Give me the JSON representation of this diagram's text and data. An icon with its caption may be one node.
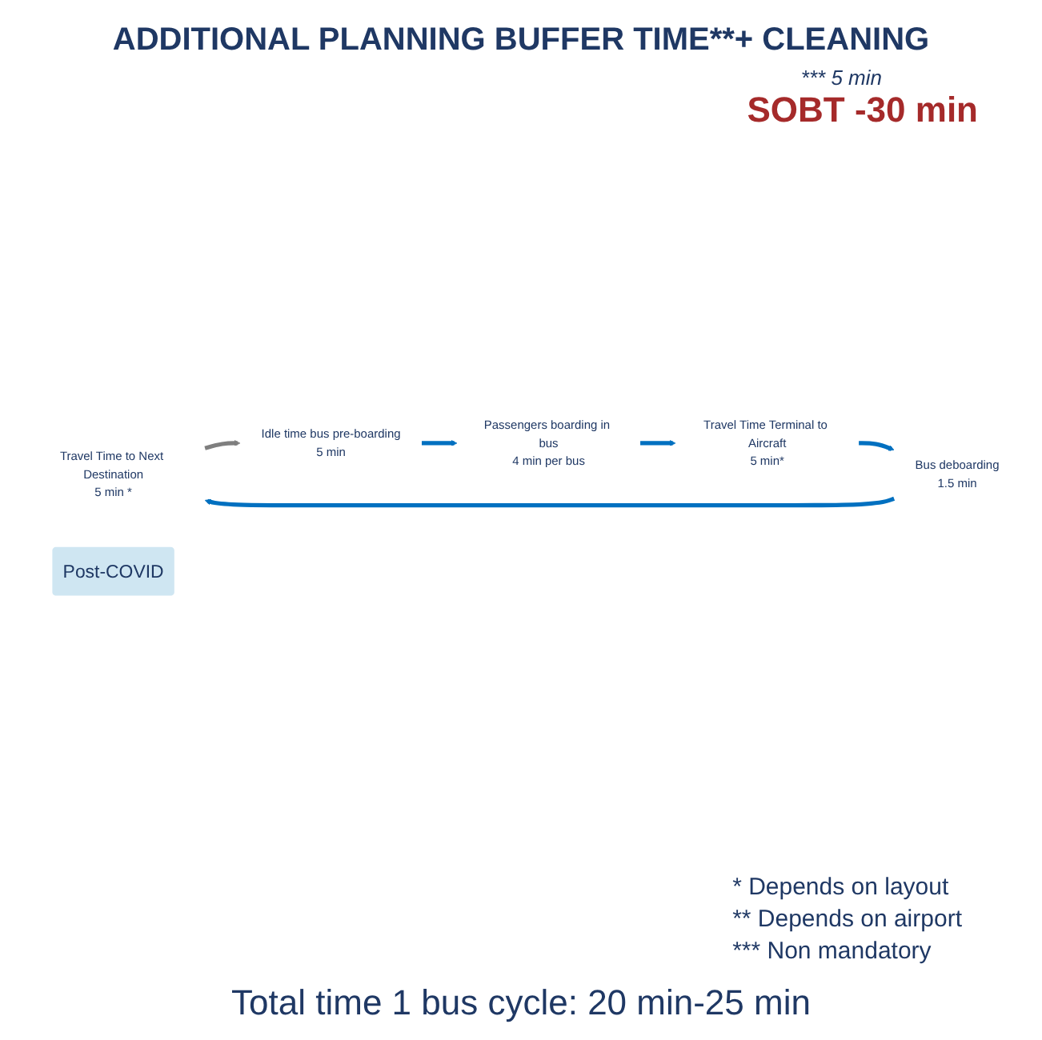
{
  "diagram": {
    "title": "ADDITIONAL PLANNING BUFFER TIME**+ CLEANING",
    "caption": "Total time 1 bus cycle: 20 min-25 min",
    "nodes": [
      {
        "text": [
          "Travel Time to Next Destination",
          "5 min *"
        ]
      },
      {
        "text": [
          "Idle time bus pre-boarding",
          "5 min"
        ]
      },
      {
        "text": [
          "Passengers boarding in bus"
        ],
        "beside": [
          "4 min per bus"
        ]
      },
      {
        "text": [
          "Travel Time Terminal to Aircraft",
          "5 min*"
        ]
      },
      {
        "text": [
          "Bus deboarding",
          "1.5 min"
        ]
      },
      {
        "text": [
          "Post-COVID"
        ]
      }
    ],
    "edges": [
      {
        "from": 0,
        "to": 1,
        "arrow": "to",
        "color": "#7f7f7f"
      },
      {
        "from": 1,
        "to": 2,
        "arrow": "to"
      },
      {
        "from": 2,
        "to": 3,
        "arrow": "to"
      },
      {
        "from": 3,
        "to": 4,
        "arrow": "to"
      },
      {
        "from": 4,
        "to": 0,
        "arrow": "to"
      }
    ],
    "labels": [
      "*** 5 min",
      "SOBT -30 min",
      "* Depends on layout",
      "** Depends on airport",
      "*** Non mandatory"
    ]
  }
}
